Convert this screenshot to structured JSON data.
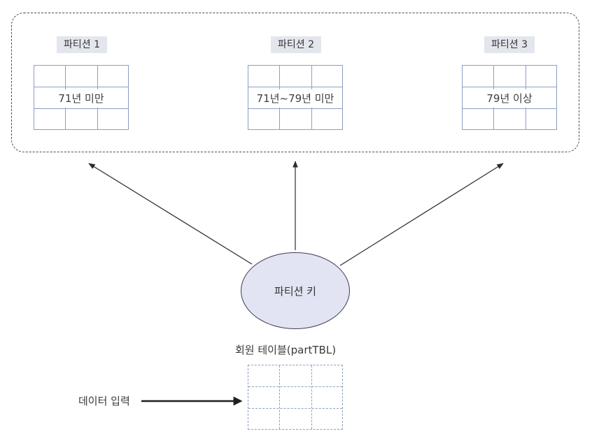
{
  "partitions": [
    {
      "label": "파티션 1",
      "range": "71년 미만"
    },
    {
      "label": "파티션 2",
      "range": "71년~79년 미만"
    },
    {
      "label": "파티션 3",
      "range": "79년 이상"
    }
  ],
  "partition_key": {
    "label": "파티션 키"
  },
  "member_table": {
    "label": "회원 테이블(partTBL)"
  },
  "data_input": {
    "label": "데이터 입력"
  },
  "colors": {
    "partition_label_bg": "#e4e6ee",
    "grid_line": "#8c9fc2",
    "ellipse_fill": "#e2e3f3",
    "border": "#4a4a5a",
    "arrow": "#2b2b2b"
  }
}
